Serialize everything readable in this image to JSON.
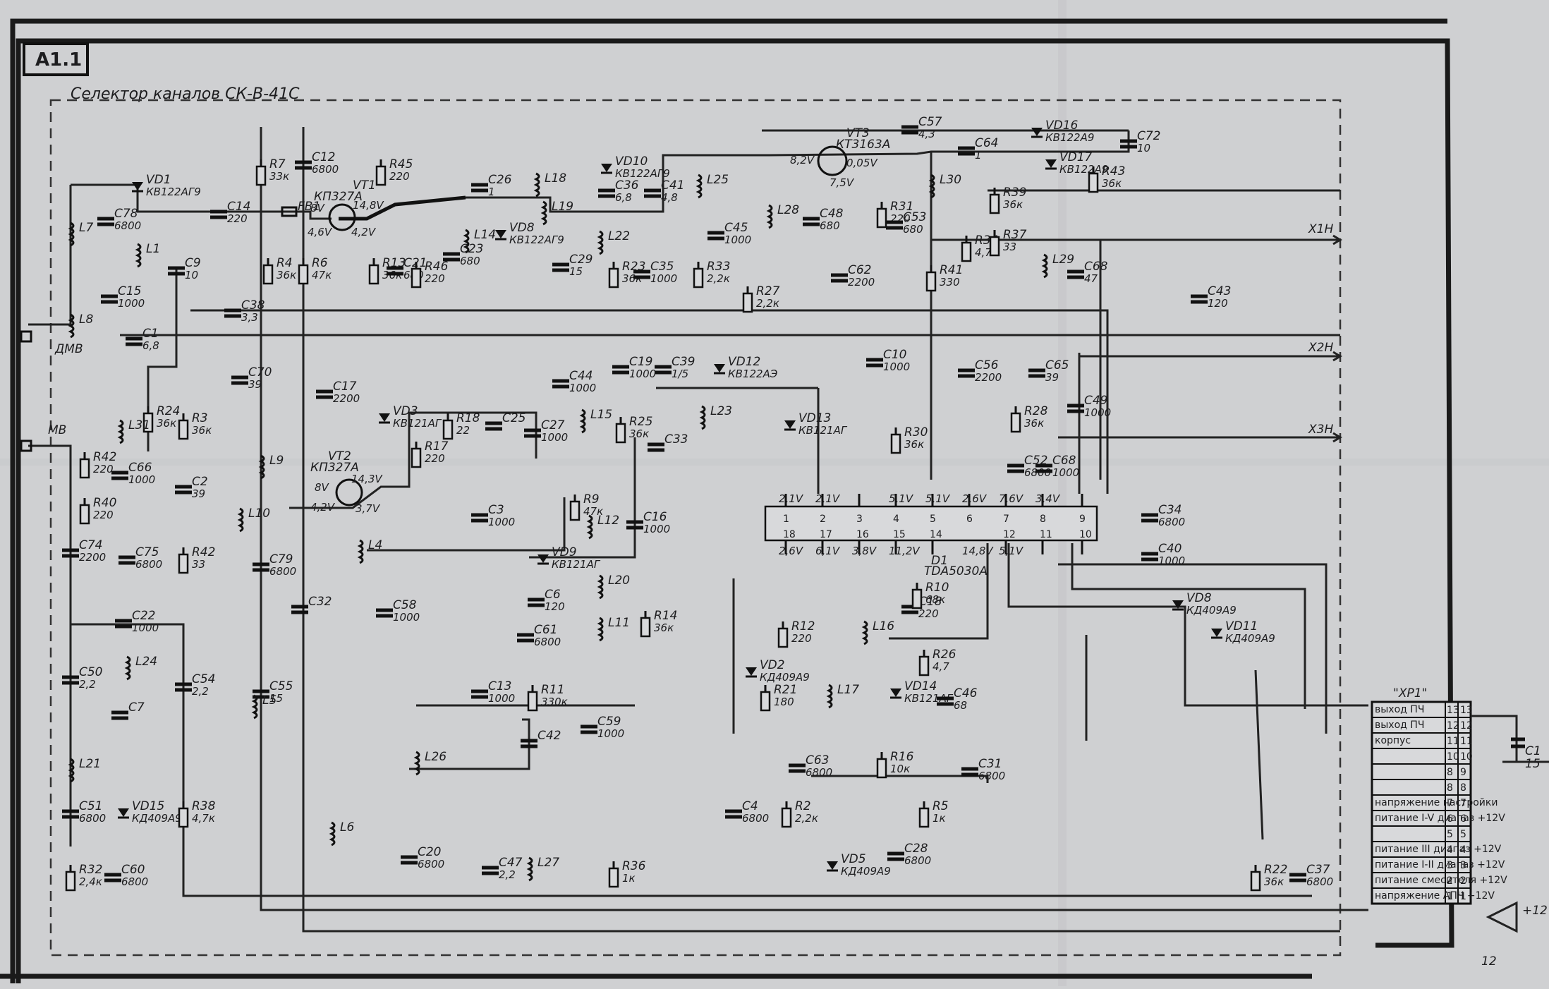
{
  "header": {
    "block_id": "A1.1",
    "subtitle": "Селектор каналов СК-В-41С",
    "page_number": "12"
  },
  "outputs": {
    "out1": "Х1Н",
    "out2": "Х2Н",
    "out3": "Х3Н",
    "ant1": "ДМВ",
    "ant2": "МВ",
    "supply": "+12"
  },
  "ic": {
    "name": "D1",
    "part": "TDA5030A",
    "top_pins": [
      "1",
      "2",
      "3",
      "4",
      "5",
      "6",
      "7",
      "8",
      "9"
    ],
    "bottom_pins": [
      "18",
      "17",
      "16",
      "15",
      "14",
      "",
      "12",
      "11",
      "10"
    ],
    "top_volt": [
      "2,1V",
      "2,1V",
      "",
      "5,1V",
      "5,1V",
      "2,6V",
      "7,6V",
      "3,4V"
    ],
    "bottom_volt": [
      "2,6V",
      "6,1V",
      "3,8V",
      "11,2V",
      "",
      "14,8V",
      "5,1V"
    ]
  },
  "connector": {
    "title": "\"ХР1\"",
    "rows": [
      {
        "label": "выход ПЧ",
        "a": "13",
        "b": "13"
      },
      {
        "label": "выход ПЧ",
        "a": "12",
        "b": "12"
      },
      {
        "label": "корпус",
        "a": "11",
        "b": "11"
      },
      {
        "label": "",
        "a": "10",
        "b": "10"
      },
      {
        "label": "",
        "a": "8",
        "b": "9"
      },
      {
        "label": "",
        "a": "8",
        "b": "8"
      },
      {
        "label": "напряжение настройки",
        "a": "7",
        "b": "7"
      },
      {
        "label": "питание I-V диапаз +12V",
        "a": "6",
        "b": "6"
      },
      {
        "label": "",
        "a": "5",
        "b": "5"
      },
      {
        "label": "питание III диапаз +12V",
        "a": "4",
        "b": "4"
      },
      {
        "label": "питание I-II диапаз +12V",
        "a": "3",
        "b": "3"
      },
      {
        "label": "питание смесителя +12V",
        "a": "2",
        "b": "2"
      },
      {
        "label": "напряжение АПЧ +12V",
        "a": "1",
        "b": "1"
      }
    ],
    "ext_cap": "C1",
    "ext_cap_value": "15"
  },
  "transistors": [
    {
      "id": "VT1",
      "part": "КП327А",
      "v1": "8V",
      "v2": "14,8V",
      "v3": "4,6V",
      "v4": "4,2V"
    },
    {
      "id": "VT2",
      "part": "КП327А",
      "v1": "8V",
      "v2": "14,3V",
      "v3": "4,2V",
      "v4": "3,7V"
    },
    {
      "id": "VT3",
      "part": "КТ3163А",
      "v1": "8,2V",
      "v2": "0,05V",
      "v3": "7,5V"
    }
  ],
  "components": [
    {
      "ref": "VD1",
      "val": "КВ122АГ9"
    },
    {
      "ref": "C14",
      "val": "220"
    },
    {
      "ref": "R7",
      "val": "33к"
    },
    {
      "ref": "C12",
      "val": "6800"
    },
    {
      "ref": "R45",
      "val": "220"
    },
    {
      "ref": "FB1",
      "val": ""
    },
    {
      "ref": "C26",
      "val": "1"
    },
    {
      "ref": "VD10",
      "val": "КВ122АГ9"
    },
    {
      "ref": "C36",
      "val": "6,8"
    },
    {
      "ref": "C41",
      "val": "4,8"
    },
    {
      "ref": "L25",
      "val": ""
    },
    {
      "ref": "C57",
      "val": "4,3"
    },
    {
      "ref": "VD16",
      "val": "КВ122А9"
    },
    {
      "ref": "C64",
      "val": "1"
    },
    {
      "ref": "C72",
      "val": "10"
    },
    {
      "ref": "VD17",
      "val": "КВ122А9"
    },
    {
      "ref": "R43",
      "val": "36к"
    },
    {
      "ref": "R39",
      "val": "36к"
    },
    {
      "ref": "L30",
      "val": ""
    },
    {
      "ref": "L28",
      "val": ""
    },
    {
      "ref": "C48",
      "val": "680"
    },
    {
      "ref": "R31",
      "val": "220"
    },
    {
      "ref": "C53",
      "val": "680"
    },
    {
      "ref": "R34",
      "val": "4,7к"
    },
    {
      "ref": "R37",
      "val": "33"
    },
    {
      "ref": "L29",
      "val": ""
    },
    {
      "ref": "C68",
      "val": "47"
    },
    {
      "ref": "R41",
      "val": "330"
    },
    {
      "ref": "C62",
      "val": "2200"
    },
    {
      "ref": "R33",
      "val": "2,2к"
    },
    {
      "ref": "R27",
      "val": "2,2к"
    },
    {
      "ref": "C45",
      "val": "1000"
    },
    {
      "ref": "C43",
      "val": "120"
    },
    {
      "ref": "C78",
      "val": "6800"
    },
    {
      "ref": "L7",
      "val": ""
    },
    {
      "ref": "L1",
      "val": ""
    },
    {
      "ref": "C9",
      "val": "10"
    },
    {
      "ref": "R4",
      "val": "36к"
    },
    {
      "ref": "R6",
      "val": "47к"
    },
    {
      "ref": "R13",
      "val": "36к"
    },
    {
      "ref": "C21",
      "val": "680"
    },
    {
      "ref": "R46",
      "val": "220"
    },
    {
      "ref": "C23",
      "val": "680"
    },
    {
      "ref": "L14",
      "val": ""
    },
    {
      "ref": "L18",
      "val": ""
    },
    {
      "ref": "L19",
      "val": ""
    },
    {
      "ref": "VD8",
      "val": "КВ122АГ9"
    },
    {
      "ref": "L22",
      "val": ""
    },
    {
      "ref": "C29",
      "val": "15"
    },
    {
      "ref": "R23",
      "val": "36к"
    },
    {
      "ref": "C35",
      "val": "1000"
    },
    {
      "ref": "C38",
      "val": "3,3"
    },
    {
      "ref": "C15",
      "val": "1000"
    },
    {
      "ref": "L8",
      "val": ""
    },
    {
      "ref": "C1",
      "val": "6,8"
    },
    {
      "ref": "C10",
      "val": "1000"
    },
    {
      "ref": "C56",
      "val": "2200"
    },
    {
      "ref": "C65",
      "val": "39"
    },
    {
      "ref": "C70",
      "val": "39"
    },
    {
      "ref": "C17",
      "val": "2200"
    },
    {
      "ref": "C19",
      "val": "1000"
    },
    {
      "ref": "C39",
      "val": "1/5"
    },
    {
      "ref": "VD12",
      "val": "КВ122АЭ"
    },
    {
      "ref": "C44",
      "val": "1000"
    },
    {
      "ref": "R24",
      "val": "36к"
    },
    {
      "ref": "R3",
      "val": "36к"
    },
    {
      "ref": "VD3",
      "val": "КВ121АГ"
    },
    {
      "ref": "R17",
      "val": "220"
    },
    {
      "ref": "R18",
      "val": "22"
    },
    {
      "ref": "C25",
      "val": ""
    },
    {
      "ref": "C27",
      "val": "1000"
    },
    {
      "ref": "L15",
      "val": ""
    },
    {
      "ref": "R25",
      "val": "36к"
    },
    {
      "ref": "C33",
      "val": ""
    },
    {
      "ref": "L23",
      "val": ""
    },
    {
      "ref": "VD13",
      "val": "КВ121АГ"
    },
    {
      "ref": "R30",
      "val": "36к"
    },
    {
      "ref": "R28",
      "val": "36к"
    },
    {
      "ref": "C49",
      "val": "1000"
    },
    {
      "ref": "C52",
      "val": "6800"
    },
    {
      "ref": "C68b",
      "val": "1000"
    },
    {
      "ref": "L31",
      "val": ""
    },
    {
      "ref": "R42",
      "val": "220"
    },
    {
      "ref": "C66",
      "val": "1000"
    },
    {
      "ref": "R40",
      "val": "220"
    },
    {
      "ref": "L9",
      "val": ""
    },
    {
      "ref": "C2",
      "val": "39"
    },
    {
      "ref": "L10",
      "val": ""
    },
    {
      "ref": "C3",
      "val": "1000"
    },
    {
      "ref": "R9",
      "val": "47к"
    },
    {
      "ref": "L12",
      "val": ""
    },
    {
      "ref": "C16",
      "val": "1000"
    },
    {
      "ref": "VD9",
      "val": "КВ121АГ"
    },
    {
      "ref": "L20",
      "val": ""
    },
    {
      "ref": "C34",
      "val": "6800"
    },
    {
      "ref": "C40",
      "val": "1000"
    },
    {
      "ref": "VD8b",
      "val": "КД409А9"
    },
    {
      "ref": "VD11",
      "val": "КД409А9"
    },
    {
      "ref": "C74",
      "val": "2200"
    },
    {
      "ref": "C75",
      "val": "6800"
    },
    {
      "ref": "R42b",
      "val": "33"
    },
    {
      "ref": "C79",
      "val": "6800"
    },
    {
      "ref": "L4",
      "val": ""
    },
    {
      "ref": "C6",
      "val": "120"
    },
    {
      "ref": "C18",
      "val": "220"
    },
    {
      "ref": "R10",
      "val": "68к"
    },
    {
      "ref": "C22",
      "val": "1000"
    },
    {
      "ref": "C32",
      "val": ""
    },
    {
      "ref": "C58",
      "val": "1000"
    },
    {
      "ref": "C61",
      "val": "6800"
    },
    {
      "ref": "L11",
      "val": ""
    },
    {
      "ref": "R14",
      "val": "36к"
    },
    {
      "ref": "R12",
      "val": "220"
    },
    {
      "ref": "L16",
      "val": ""
    },
    {
      "ref": "R26",
      "val": "4,7"
    },
    {
      "ref": "L24",
      "val": ""
    },
    {
      "ref": "C50",
      "val": "2,2"
    },
    {
      "ref": "C54",
      "val": "2,2"
    },
    {
      "ref": "C55",
      "val": "15"
    },
    {
      "ref": "C7",
      "val": ""
    },
    {
      "ref": "L5",
      "val": ""
    },
    {
      "ref": "C13",
      "val": "1000"
    },
    {
      "ref": "R11",
      "val": "330к"
    },
    {
      "ref": "VD2",
      "val": "КД409А9"
    },
    {
      "ref": "R21",
      "val": "180"
    },
    {
      "ref": "L17",
      "val": ""
    },
    {
      "ref": "VD14",
      "val": "КВ121АГ"
    },
    {
      "ref": "C46",
      "val": "68"
    },
    {
      "ref": "L26",
      "val": ""
    },
    {
      "ref": "C42",
      "val": ""
    },
    {
      "ref": "C59",
      "val": "1000"
    },
    {
      "ref": "C63",
      "val": "6800"
    },
    {
      "ref": "R16",
      "val": "10к"
    },
    {
      "ref": "C31",
      "val": "6800"
    },
    {
      "ref": "L21",
      "val": ""
    },
    {
      "ref": "C51",
      "val": "6800"
    },
    {
      "ref": "VD15",
      "val": "КД409А9"
    },
    {
      "ref": "R38",
      "val": "4,7к"
    },
    {
      "ref": "L6",
      "val": ""
    },
    {
      "ref": "C4",
      "val": "6800"
    },
    {
      "ref": "R2",
      "val": "2,2к"
    },
    {
      "ref": "R5",
      "val": "1к"
    },
    {
      "ref": "C20",
      "val": "6800"
    },
    {
      "ref": "C47",
      "val": "2,2"
    },
    {
      "ref": "L27",
      "val": ""
    },
    {
      "ref": "R36",
      "val": "1к"
    },
    {
      "ref": "VD5",
      "val": "КД409А9"
    },
    {
      "ref": "C28",
      "val": "6800"
    },
    {
      "ref": "R22",
      "val": "36к"
    },
    {
      "ref": "C37",
      "val": "6800"
    },
    {
      "ref": "R32",
      "val": "2,4к"
    },
    {
      "ref": "C60",
      "val": "6800"
    }
  ],
  "colors": {
    "paper": "#cfd0d2",
    "ink": "#1d1d1f"
  }
}
